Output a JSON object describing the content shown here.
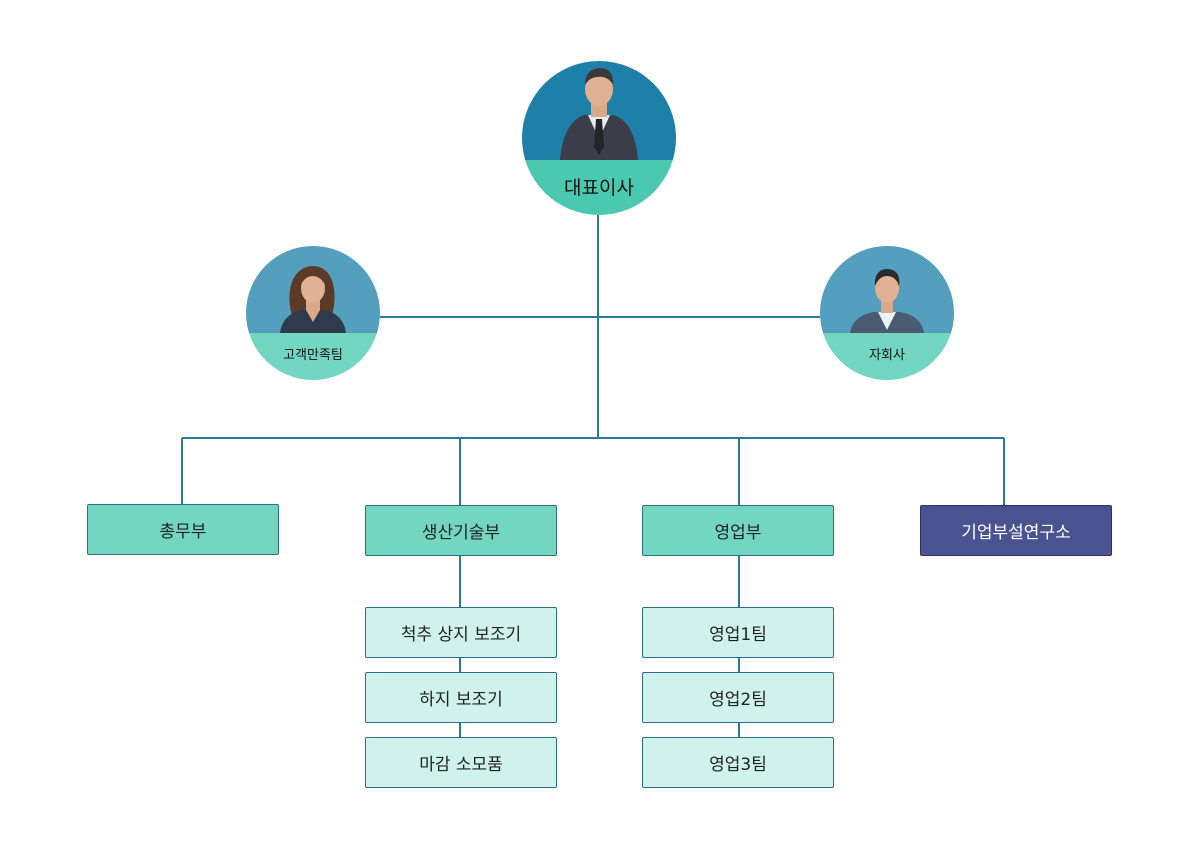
{
  "colors": {
    "line": "#2a7a9c",
    "ceo_top": "#1e7fa9",
    "ceo_bottom": "#4bc9b0",
    "side_top": "#549fbe",
    "side_bottom": "#72d6c3",
    "dept": "#72d6c1",
    "team": "#cff3ec",
    "lab": "#4a5391"
  },
  "ceo": {
    "label": "대표이사",
    "icon": "businessman-avatar-icon"
  },
  "customer_team": {
    "label": "고객만족팀",
    "icon": "businesswoman-avatar-icon"
  },
  "subsidiary": {
    "label": "자회사",
    "icon": "businessman-avatar-icon"
  },
  "departments": {
    "general_affairs": "총무부",
    "production_tech": "생산기술부",
    "sales": "영업부",
    "research_lab": "기업부설연구소"
  },
  "production_teams": [
    "척추 상지 보조기",
    "하지 보조기",
    "마감 소모품"
  ],
  "sales_teams": [
    "영업1팀",
    "영업2팀",
    "영업3팀"
  ]
}
